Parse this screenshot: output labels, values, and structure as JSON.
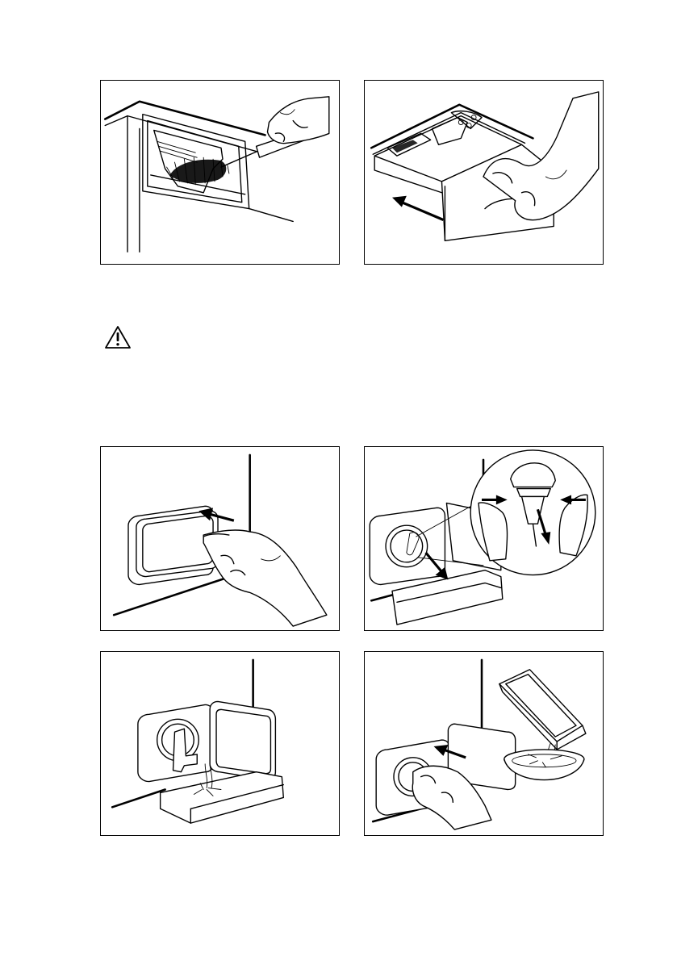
{
  "illustrations": [
    {
      "icon": "brush-cleaning-dispenser-recess"
    },
    {
      "icon": "pull-out-detergent-drawer"
    },
    {
      "icon": "open-filter-flap"
    },
    {
      "icon": "pull-out-emergency-drain-hose"
    },
    {
      "icon": "drain-water-into-container"
    },
    {
      "icon": "close-drain-and-empty-container"
    }
  ],
  "warning": {
    "icon": "warning-triangle-icon"
  }
}
